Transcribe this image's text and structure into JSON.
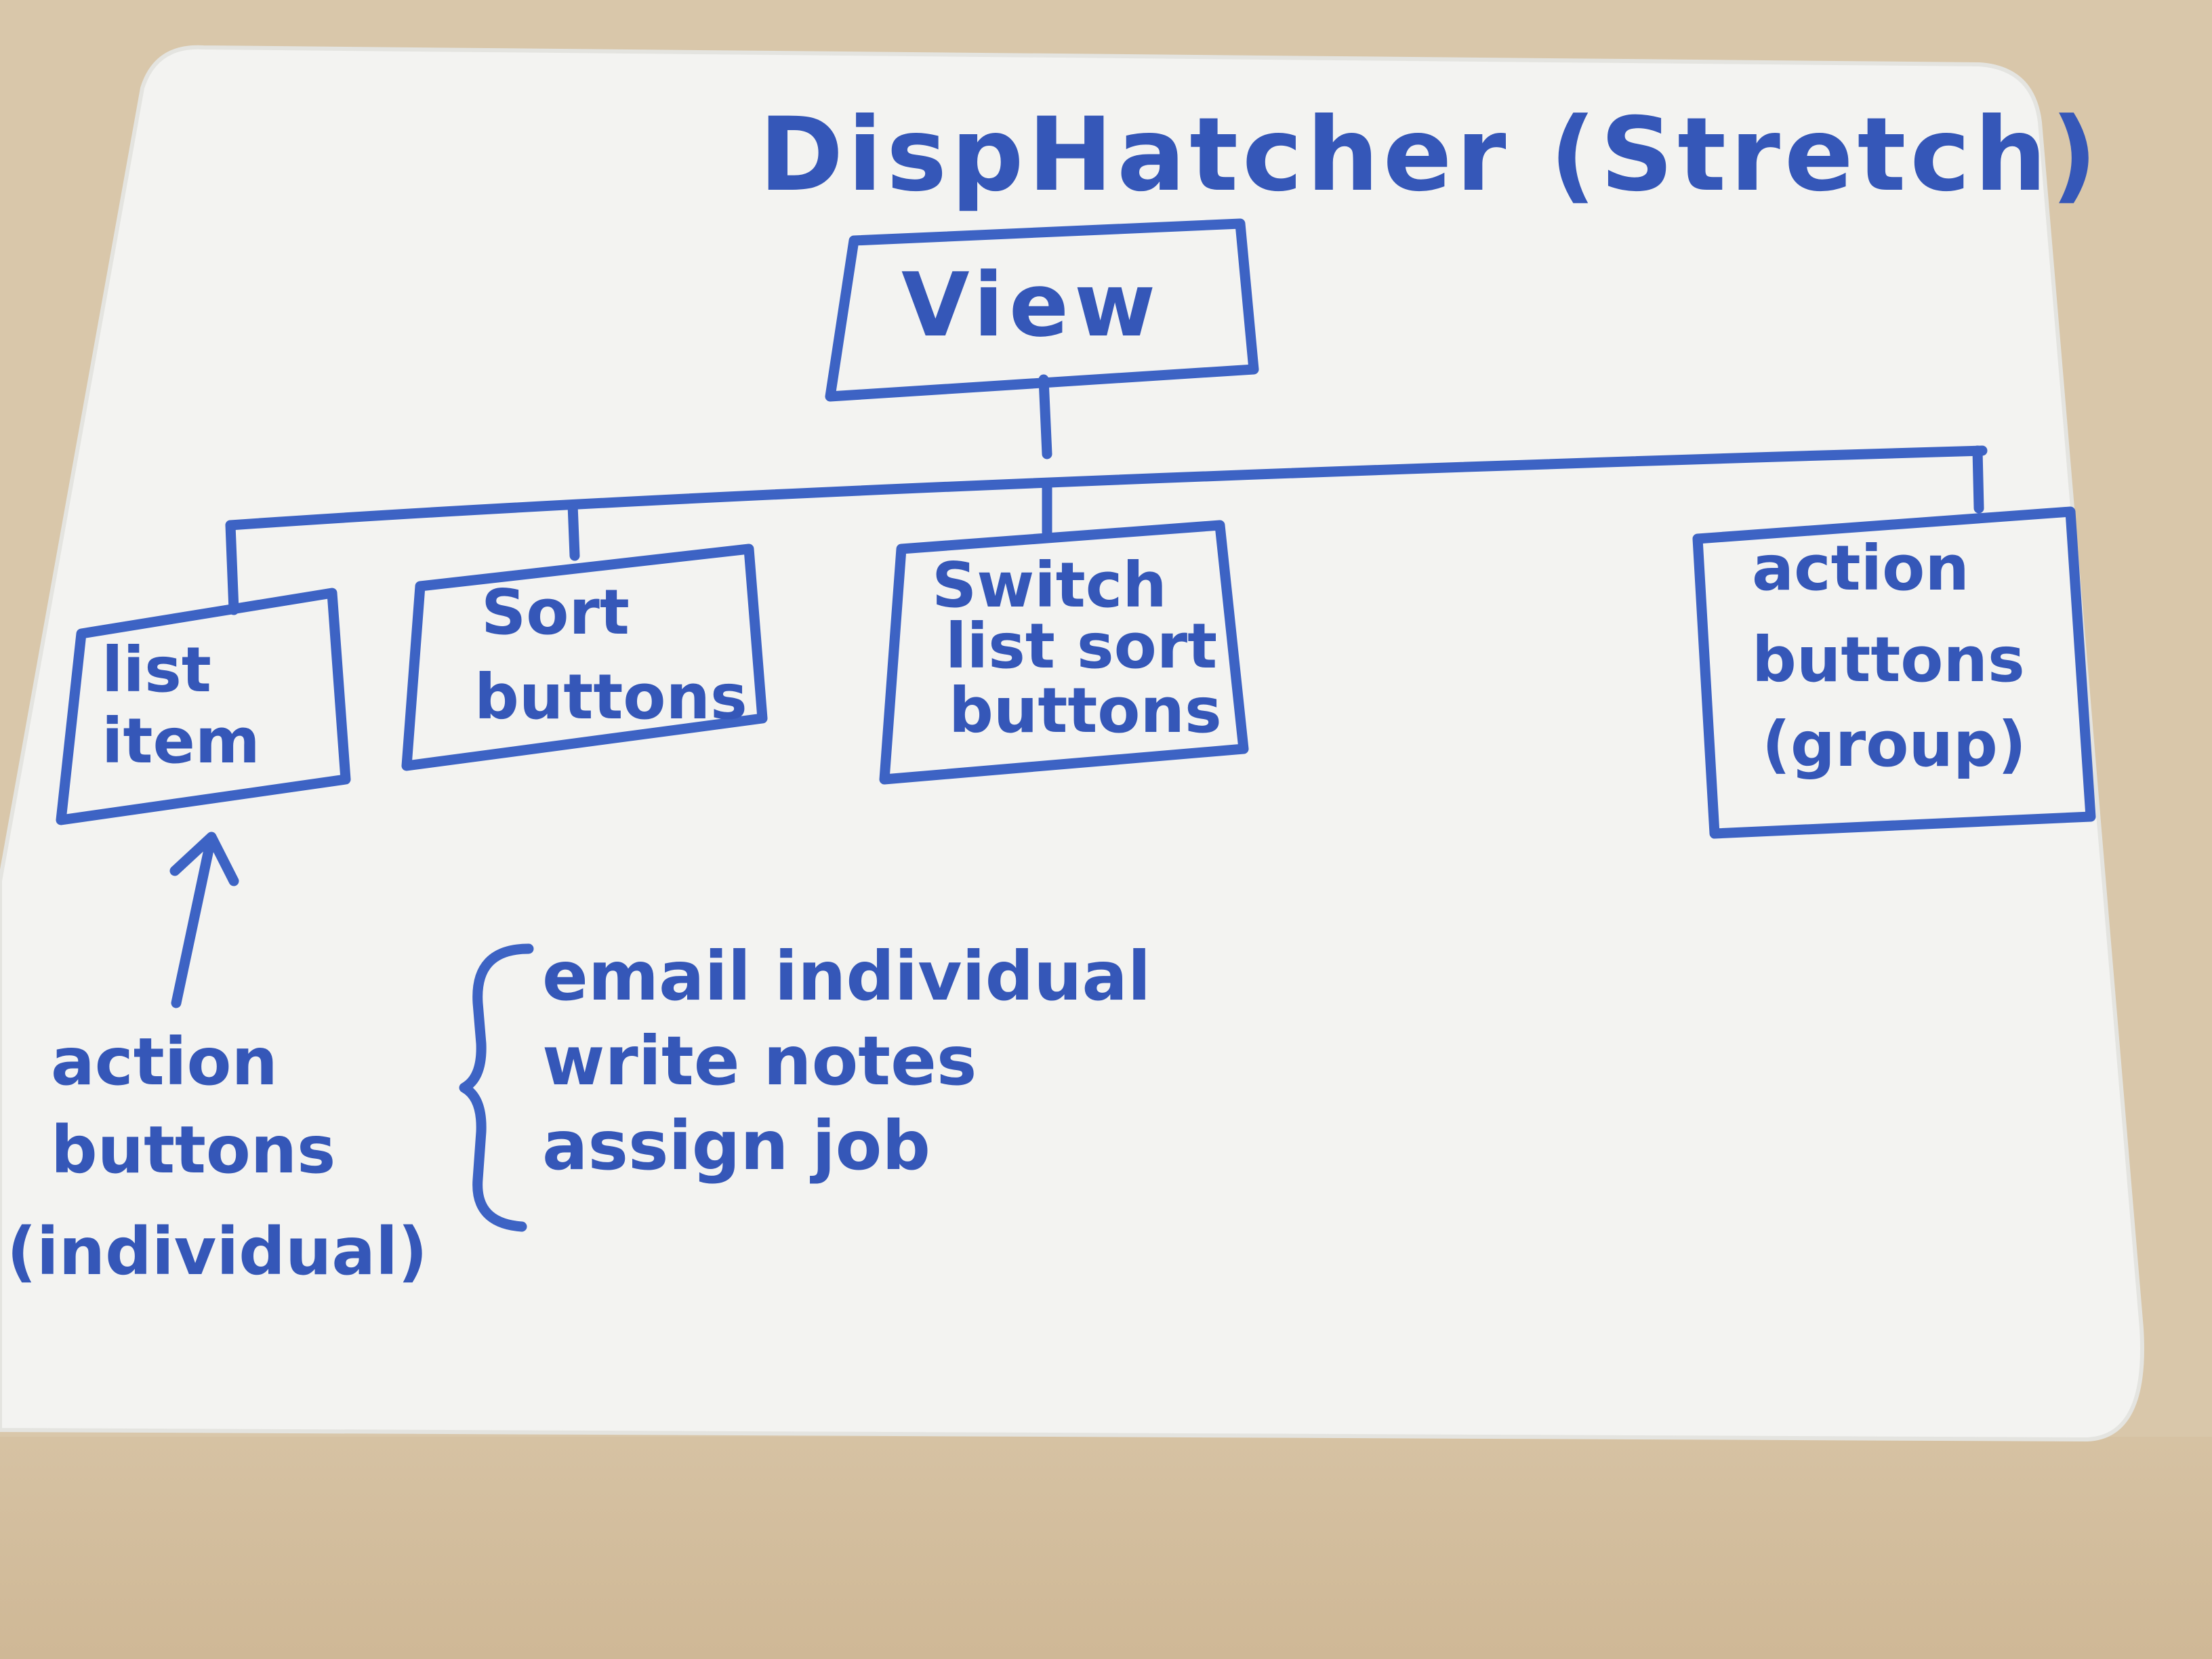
{
  "title": "DispHatcher (Stretch)",
  "root": {
    "label": "View"
  },
  "children": [
    {
      "lines": [
        "list",
        "item"
      ]
    },
    {
      "lines": [
        "Sort",
        "buttons"
      ]
    },
    {
      "lines": [
        "Switch",
        "list sort",
        "buttons"
      ]
    },
    {
      "lines": [
        "action",
        "buttons",
        "(group)"
      ]
    }
  ],
  "annotation": {
    "lines": [
      "action",
      "buttons",
      "(individual)"
    ],
    "items": [
      "email individual",
      "write notes",
      "assign job"
    ]
  },
  "colors": {
    "marker": "#3d63c4",
    "board": "#f3f3f1",
    "table": "#d9c7aa"
  }
}
